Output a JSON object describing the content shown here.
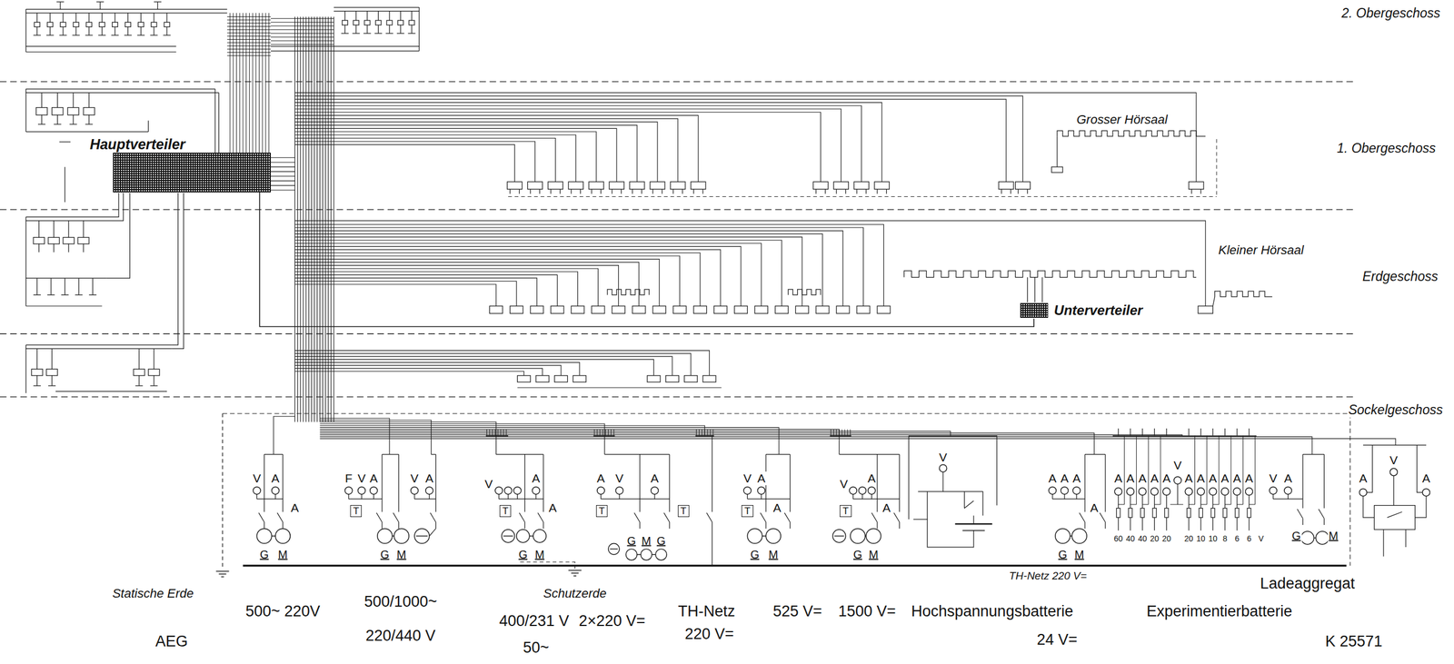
{
  "diagram": {
    "nodes": [
      {
        "text": [
          "Hauptverteiler"
        ]
      },
      {
        "text": [
          "Unterverteiler"
        ]
      },
      {
        "text": [
          "T"
        ]
      },
      {
        "text": [
          "T"
        ]
      },
      {
        "text": [
          "T"
        ]
      },
      {
        "text": [
          "T"
        ]
      },
      {
        "text": [
          "T"
        ]
      },
      {
        "text": [
          "T"
        ]
      }
    ],
    "edges": [
      {
        "from": 0,
        "to": 1,
        "arrow": "none"
      }
    ],
    "labels": [
      "2. Obergeschoss",
      "Grosser Hörsaal",
      "1. Obergeschoss",
      "Kleiner Hörsaal",
      "Erdgeschoss",
      "Sockelgeschoss",
      "V",
      "A",
      "A",
      "G",
      "M",
      "F",
      "V",
      "A",
      "G",
      "M",
      "V",
      "A",
      "V",
      "A",
      "A",
      "G",
      "M",
      "A",
      "V",
      "A",
      "G",
      "M",
      "G",
      "V",
      "A",
      "A",
      "G",
      "M",
      "V",
      "A",
      "A",
      "G",
      "M",
      "V",
      "A",
      "A",
      "A",
      "A",
      "G",
      "M",
      "A",
      "A",
      "A",
      "A",
      "A",
      "V",
      "A",
      "A",
      "A",
      "A",
      "A",
      "A",
      "60",
      "40",
      "40",
      "20",
      "20",
      "20",
      "10",
      "10",
      "8",
      "6",
      "6",
      "V",
      "V",
      "A",
      "G",
      "M",
      "A",
      "V",
      "A",
      "Statische Erde",
      "500~ 220V",
      "500/1000~",
      "220/440 V",
      "Schutzerde",
      "400/231 V",
      "2×220 V=",
      "50~",
      "TH-Netz",
      "220 V=",
      "525 V=",
      "1500 V=",
      "TH-Netz 220 V=",
      "Hochspannungsbatterie",
      "Experimentierbatterie",
      "Ladeaggregat",
      "24 V=",
      "AEG",
      "K 25571"
    ]
  }
}
